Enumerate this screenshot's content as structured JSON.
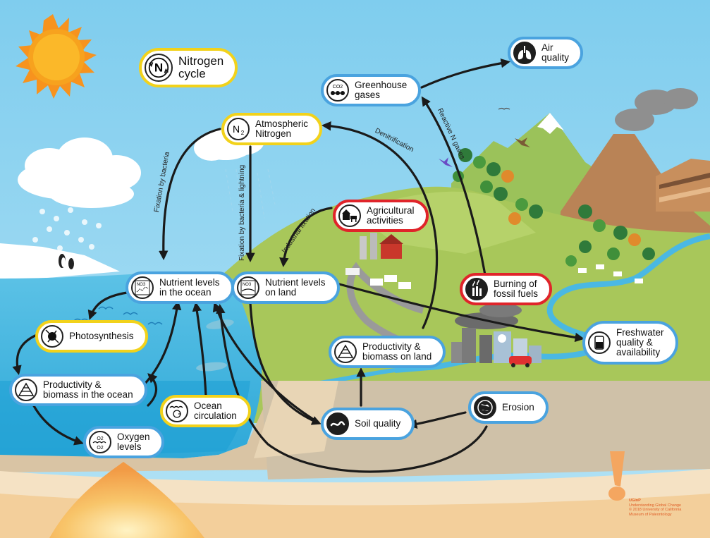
{
  "nodes": {
    "nitrogen_cycle": {
      "line1": "Nitrogen",
      "line2": "cycle"
    },
    "atmospheric_nitrogen": {
      "line1": "Atmospheric",
      "line2": "Nitrogen",
      "icon_text": "N2"
    },
    "greenhouse_gases": {
      "line1": "Greenhouse",
      "line2": "gases",
      "icon_text": "CO2"
    },
    "air_quality": {
      "line1": "Air",
      "line2": "quality"
    },
    "agricultural_activities": {
      "line1": "Agricultural",
      "line2": "activities"
    },
    "nutrient_ocean": {
      "line1": "Nutrient levels",
      "line2": "in the ocean",
      "icon_text": "NO3"
    },
    "nutrient_land": {
      "line1": "Nutrient levels",
      "line2": "on land",
      "icon_text": "NO3"
    },
    "burning_fossil_fuels": {
      "line1": "Burning of",
      "line2": "fossil fuels"
    },
    "photosynthesis": {
      "line1": "Photosynthesis"
    },
    "productivity_ocean": {
      "line1": "Productivity &",
      "line2": "biomass in the ocean"
    },
    "productivity_land": {
      "line1": "Productivity &",
      "line2": "biomass on land"
    },
    "freshwater": {
      "line1": "Freshwater",
      "line2": "quality &",
      "line3": "availability"
    },
    "ocean_circulation": {
      "line1": "Ocean",
      "line2": "circulation"
    },
    "oxygen_levels": {
      "line1": "Oxygen",
      "line2": "levels",
      "icon_text_top": "O2",
      "icon_text_bottom": "O2"
    },
    "soil_quality": {
      "line1": "Soil quality"
    },
    "erosion": {
      "line1": "Erosion"
    }
  },
  "edge_labels": {
    "fixation_bacteria": "Fixation by bacteria",
    "fixation_bacteria_lightning": "Fixation by bacteria & lightning",
    "industrial_fixation": "Industrial fixation",
    "denitrification": "Denitrification",
    "reactive_n_gases": "Reactive N gases"
  },
  "credit": {
    "org": "UGinP",
    "line1": "Understanding Global Change",
    "line2": "© 2018 University of California",
    "line3": "Museum of Paleontology"
  },
  "colors": {
    "sky": "#8ed3f0",
    "ocean": "#3fb3df",
    "land": "#9bbf4a",
    "node_blue": "#4aa3df",
    "node_yellow": "#f2d21b",
    "node_red": "#e0242a",
    "arrow": "#1a1a1a"
  }
}
